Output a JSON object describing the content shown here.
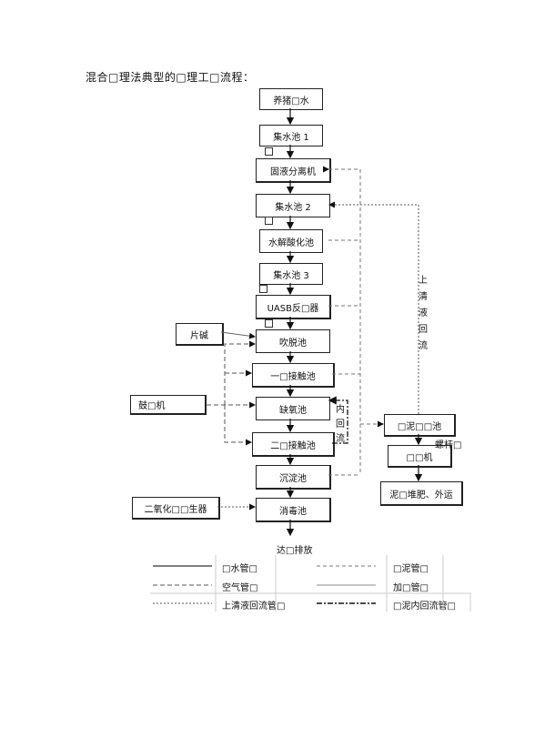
{
  "title": "混合□理法典型的□理工□流程：",
  "boxes": {
    "b1": "养猪□水",
    "b2": "集水池  1",
    "b3": "固液分离机",
    "b4": "集水池  2",
    "b5": "水解酸化池",
    "b6": "集水池  3",
    "b7": "UASB反□器",
    "b8": "吹脱池",
    "b9": "一□接触池",
    "b10": "缺氧池",
    "b11": "二□接触池",
    "b12": "沉淀池",
    "b13": "消毒池",
    "side1": "片碱",
    "side2": "鼓□机",
    "side3": "二氧化□□生器",
    "sludge1": "□泥□□池",
    "sludge2": "□□机",
    "sludge3": "泥□堆肥、外运"
  },
  "labels": {
    "discharge": "达□排放",
    "screw": "螺杆□",
    "supernatant_return": [
      "上",
      "清",
      "液",
      "回",
      "流"
    ],
    "inner_return": [
      "内",
      "回",
      "流"
    ]
  },
  "legend": {
    "sewage": "□水管□",
    "air": "空气管□",
    "supernatant": "上清液回流管□",
    "sludge": "□泥管□",
    "dosing": "加□管□",
    "sludge_inner": "□泥内回流管□"
  }
}
